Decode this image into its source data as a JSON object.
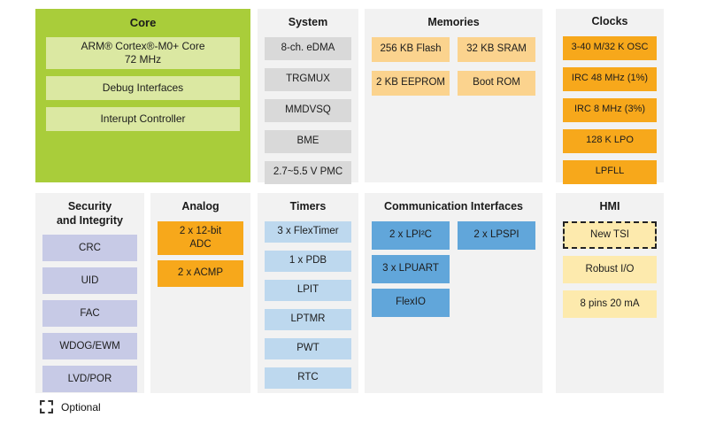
{
  "diagram": {
    "sections": {
      "core": {
        "title": "Core",
        "items": [
          "ARM® Cortex®-M0+ Core\n72 MHz",
          "Debug Interfaces",
          "Interupt Controller"
        ]
      },
      "system": {
        "title": "System",
        "items": [
          "8-ch. eDMA",
          "TRGMUX",
          "MMDVSQ",
          "BME",
          "2.7~5.5 V PMC"
        ]
      },
      "memories": {
        "title": "Memories",
        "items": [
          "256 KB Flash",
          "32 KB SRAM",
          "2 KB EEPROM",
          "Boot ROM"
        ]
      },
      "clocks": {
        "title": "Clocks",
        "items": [
          "3-40 M/32 K OSC",
          "IRC 48 MHz (1%)",
          "IRC 8 MHz (3%)",
          "128 K LPO",
          "LPFLL"
        ]
      },
      "security": {
        "title": "Security\nand Integrity",
        "items": [
          "CRC",
          "UID",
          "FAC",
          "WDOG/EWM",
          "LVD/POR"
        ]
      },
      "analog": {
        "title": "Analog",
        "items": [
          "2 x 12-bit\nADC",
          "2 x ACMP"
        ]
      },
      "timers": {
        "title": "Timers",
        "items": [
          "3 x FlexTimer",
          "1 x PDB",
          "LPIT",
          "LPTMR",
          "PWT",
          "RTC"
        ]
      },
      "comm": {
        "title": "Communication Interfaces",
        "items": [
          "2 x LPI²C",
          "2 x LPSPI",
          "3 x LPUART",
          "FlexIO"
        ]
      },
      "hmi": {
        "title": "HMI",
        "items": [
          "New TSI",
          "Robust I/O",
          "8 pins 20 mA"
        ],
        "optional_item": "New TSI"
      }
    },
    "legend": {
      "optional": "Optional"
    },
    "colors": {
      "core_bg": "#a9cd3a",
      "core_box": "#dbe8a2",
      "panel_bg": "#f2f2f2",
      "system_box": "#d9d9d9",
      "memories_box": "#fbd38e",
      "clocks_box": "#f7a81b",
      "security_box": "#c7cae6",
      "analog_box": "#f7a81b",
      "timers_box": "#bdd8ee",
      "comm_box": "#61a6da",
      "hmi_box": "#fdeaad"
    }
  }
}
